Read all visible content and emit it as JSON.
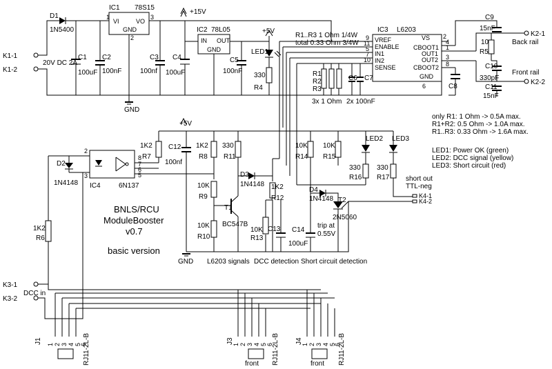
{
  "supply": {
    "plus15": "+15V",
    "plus5": "+5V",
    "plus5b": "+5V",
    "gnd": "GND",
    "gnd2": "GND",
    "input": "20V DC 2A"
  },
  "components": {
    "d1": "D1",
    "d1v": "1N5400",
    "ic1": "IC1",
    "ic1v": "78S15",
    "ic1vi": "VI",
    "ic1vo": "VO",
    "ic1gnd": "GND",
    "c1": "C1",
    "c1v": "100uF",
    "c2": "C2",
    "c2v": "100nF",
    "c3": "C3",
    "c3v": "100nf",
    "c4": "C4",
    "c4v": "100uF",
    "ic2": "IC2",
    "ic2v": "78L05",
    "ic2in": "IN",
    "ic2out": "OUT",
    "ic2gnd": "GND",
    "c5": "C5",
    "c5v": "100nF",
    "led1": "LED1",
    "r4": "R4",
    "r4v": "330",
    "r1r3note1": "R1..R3 1 Ohm 1/4W",
    "r1r3note2": "total 0.33 Ohm 3/4W",
    "ic3": "IC3",
    "ic3v": "L6203",
    "ic3vref": "VREF",
    "ic3enable": "ENABLE",
    "ic3in1": "IN1",
    "ic3in2": "IN2",
    "ic3sense": "SENSE",
    "ic3vs": "VS",
    "ic3cboot1": "CBOOT1",
    "ic3out1": "OUT1",
    "ic3out2": "OUT2",
    "ic3cboot2": "CBOOT2",
    "ic3gnd": "GND",
    "r1": "R1",
    "r2": "R2",
    "r3": "R3",
    "c6": "C6",
    "c7": "C7",
    "r1r3v": "3x 1 Ohm",
    "c67v": "2x 100nF",
    "c8": "C8",
    "c9": "C9",
    "c9v": "15nF",
    "r5": "R5",
    "r5v": "10",
    "c10": "C10",
    "c10v": "330pF",
    "c11": "C11",
    "c11v": "15nF",
    "r7": "R7",
    "r7v": "1K2",
    "c12": "C12",
    "c12v": "100nf",
    "r8": "R8",
    "r8v": "1K2",
    "r11": "R11",
    "r11v": "330",
    "r14": "R14",
    "r14v": "10K",
    "r15": "R15",
    "r15v": "10K",
    "led2": "LED2",
    "led3": "LED3",
    "r16": "R16",
    "r16v": "330",
    "r17": "R17",
    "r17v": "330",
    "d2": "D2",
    "d2v": "1N4148",
    "ic4": "IC4",
    "ic4v": "6N137",
    "r6": "R6",
    "r6v": "1K2",
    "r9": "R9",
    "r9v": "10K",
    "r10": "R10",
    "r10v": "10K",
    "t1": "T1",
    "t1v": "BC547B",
    "d3": "D3",
    "d3v": "1N4148",
    "r12": "R12",
    "r12v": "1K2",
    "r13": "R13",
    "r13v": "10K",
    "c13": "C13",
    "c14": "C14",
    "c14v": "100uF",
    "d4": "D4",
    "d4v": "1N4148",
    "t2": "T2",
    "t2v": "2N5060",
    "trip1": "trip at",
    "trip2": "0.55V"
  },
  "pins": {
    "p9": "9",
    "p11": "11",
    "p5": "5",
    "p7": "7",
    "p10": "10",
    "p4": "4",
    "p1": "1",
    "p3": "3",
    "p8": "8",
    "p6": "6",
    "p2": "2",
    "ic4p2": "2",
    "ic4p3": "3",
    "ic4p8": "8",
    "ic4p7": "7",
    "ic4p6": "6",
    "ic4p5": "5",
    "ic1p1": "1",
    "ic1p2": "2",
    "ic1p3": "3"
  },
  "connectors": {
    "k11": "K1-1",
    "k12": "K1-2",
    "k21": "K2-1",
    "k22": "K2-2",
    "back_rail": "Back rail",
    "front_rail": "Front rail",
    "k31": "K3-1",
    "k32": "K3-2",
    "dcc_in": "DCC in",
    "k41": "K4-1",
    "k42": "K4-2",
    "short_out": "short out",
    "ttl_neg": "TTL-neg",
    "j1": "J1",
    "j3": "J3",
    "j4": "J4",
    "rj": "RJ11-2L-B",
    "front": "front",
    "jpins": [
      "1",
      "2",
      "3",
      "4",
      "5",
      "6"
    ]
  },
  "notes": {
    "n1": "only R1: 1 Ohm -> 0.5A max.",
    "n2": "R1+R2: 0.5 Ohm -> 1.0A max.",
    "n3": "R1..R3: 0.33 Ohm -> 1.6A max.",
    "led1": "LED1: Power OK (green)",
    "led2": "LED2: DCC signal (yellow)",
    "led3": "LED3: Short circuit (red)"
  },
  "title": {
    "line1": "BNLS/RCU",
    "line2": "ModuleBooster",
    "line3": "v0.7",
    "line4": "basic version"
  },
  "sections": {
    "l6203": "L6203 signals",
    "dcc": "DCC detection",
    "short": "Short circuit detection"
  }
}
